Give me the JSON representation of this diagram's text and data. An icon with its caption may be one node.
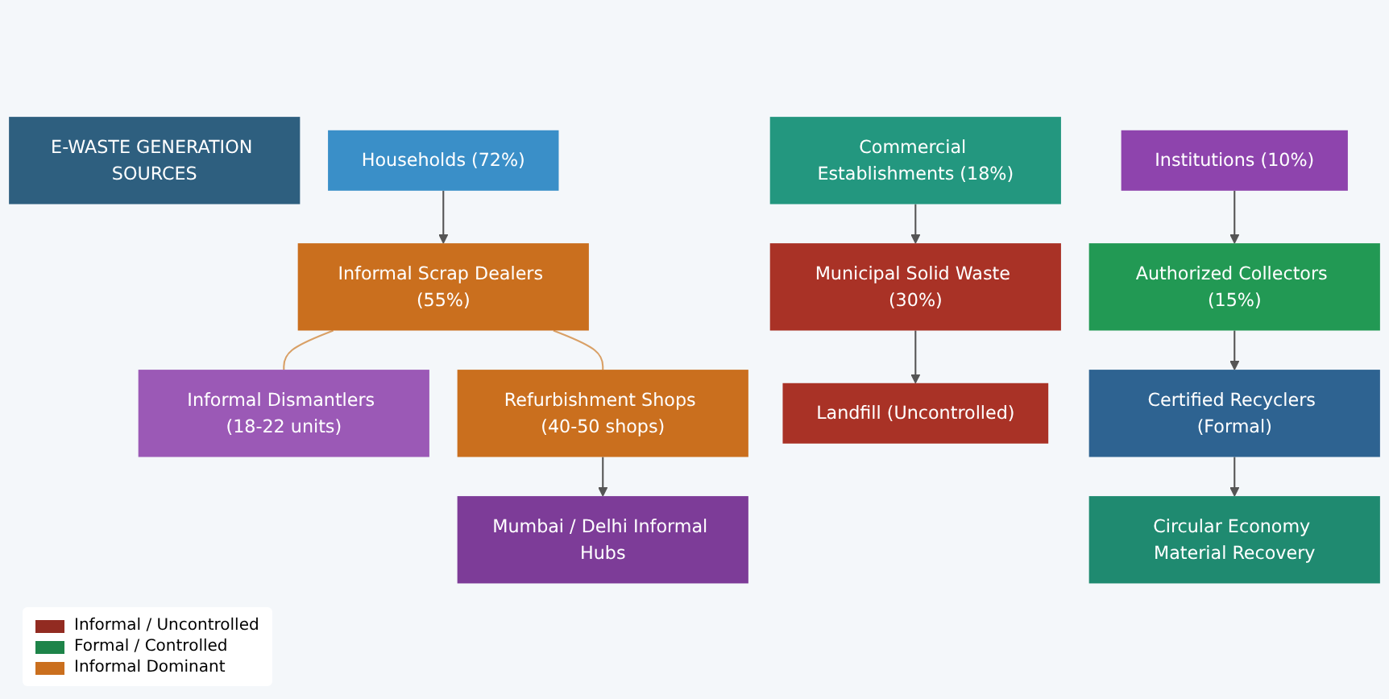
{
  "diagram": {
    "nodes": [
      {
        "text": [
          "E-WASTE GENERATION SOURCES"
        ]
      },
      {
        "text": [
          "Households (72%)"
        ]
      },
      {
        "text": [
          "Commercial Establishments (18%)"
        ]
      },
      {
        "text": [
          "Institutions (10%)"
        ]
      },
      {
        "text": [
          "Informal Scrap Dealers (55%)"
        ]
      },
      {
        "text": [
          "Municipal Solid Waste (30%)"
        ]
      },
      {
        "text": [
          "Authorized Collectors (15%)"
        ]
      },
      {
        "text": [
          "Informal Dismantlers (18-22 units)"
        ]
      },
      {
        "text": [
          "Refurbishment Shops (40-50 shops)"
        ]
      },
      {
        "text": [
          "Landfill (Uncontrolled)"
        ]
      },
      {
        "text": [
          "Certified Recyclers (Formal)"
        ]
      },
      {
        "text": [
          "Mumbai / Delhi Informal Hubs"
        ]
      },
      {
        "text": [
          "Circular Economy Material Recovery"
        ]
      }
    ],
    "edges": [
      {
        "from": 1,
        "to": 4,
        "arrow": "to"
      },
      {
        "from": 2,
        "to": 5,
        "arrow": "to"
      },
      {
        "from": 3,
        "to": 6,
        "arrow": "to"
      },
      {
        "from": 4,
        "to": 7,
        "arrow": "none",
        "color": "#d9a066"
      },
      {
        "from": 4,
        "to": 8,
        "arrow": "none",
        "color": "#d9a066"
      },
      {
        "from": 5,
        "to": 9,
        "arrow": "to"
      },
      {
        "from": 6,
        "to": 10,
        "arrow": "to"
      },
      {
        "from": 8,
        "to": 11,
        "arrow": "to"
      },
      {
        "from": 10,
        "to": 12,
        "arrow": "to"
      }
    ],
    "legend": [
      {
        "text": "Informal / Uncontrolled",
        "color": "#922b21"
      },
      {
        "text": "Formal / Controlled",
        "color": "#1e8449"
      },
      {
        "text": "Informal Dominant",
        "color": "#ca6f1e"
      }
    ]
  }
}
